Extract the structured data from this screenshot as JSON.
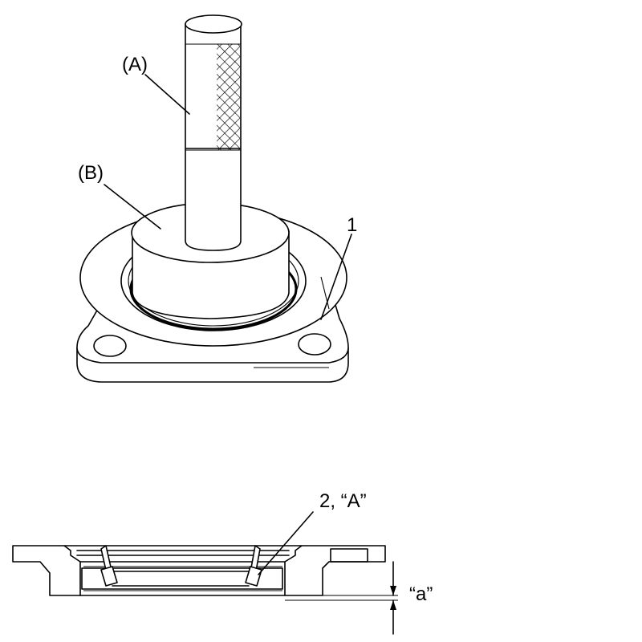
{
  "labels": {
    "tool_a": "(A)",
    "tool_b": "(B)",
    "part_1": "1",
    "part_2_spec_a": "2, “A”",
    "dimension_a": "“a”"
  },
  "icons": [
    "knurl-pattern",
    "dimension-arrow"
  ]
}
